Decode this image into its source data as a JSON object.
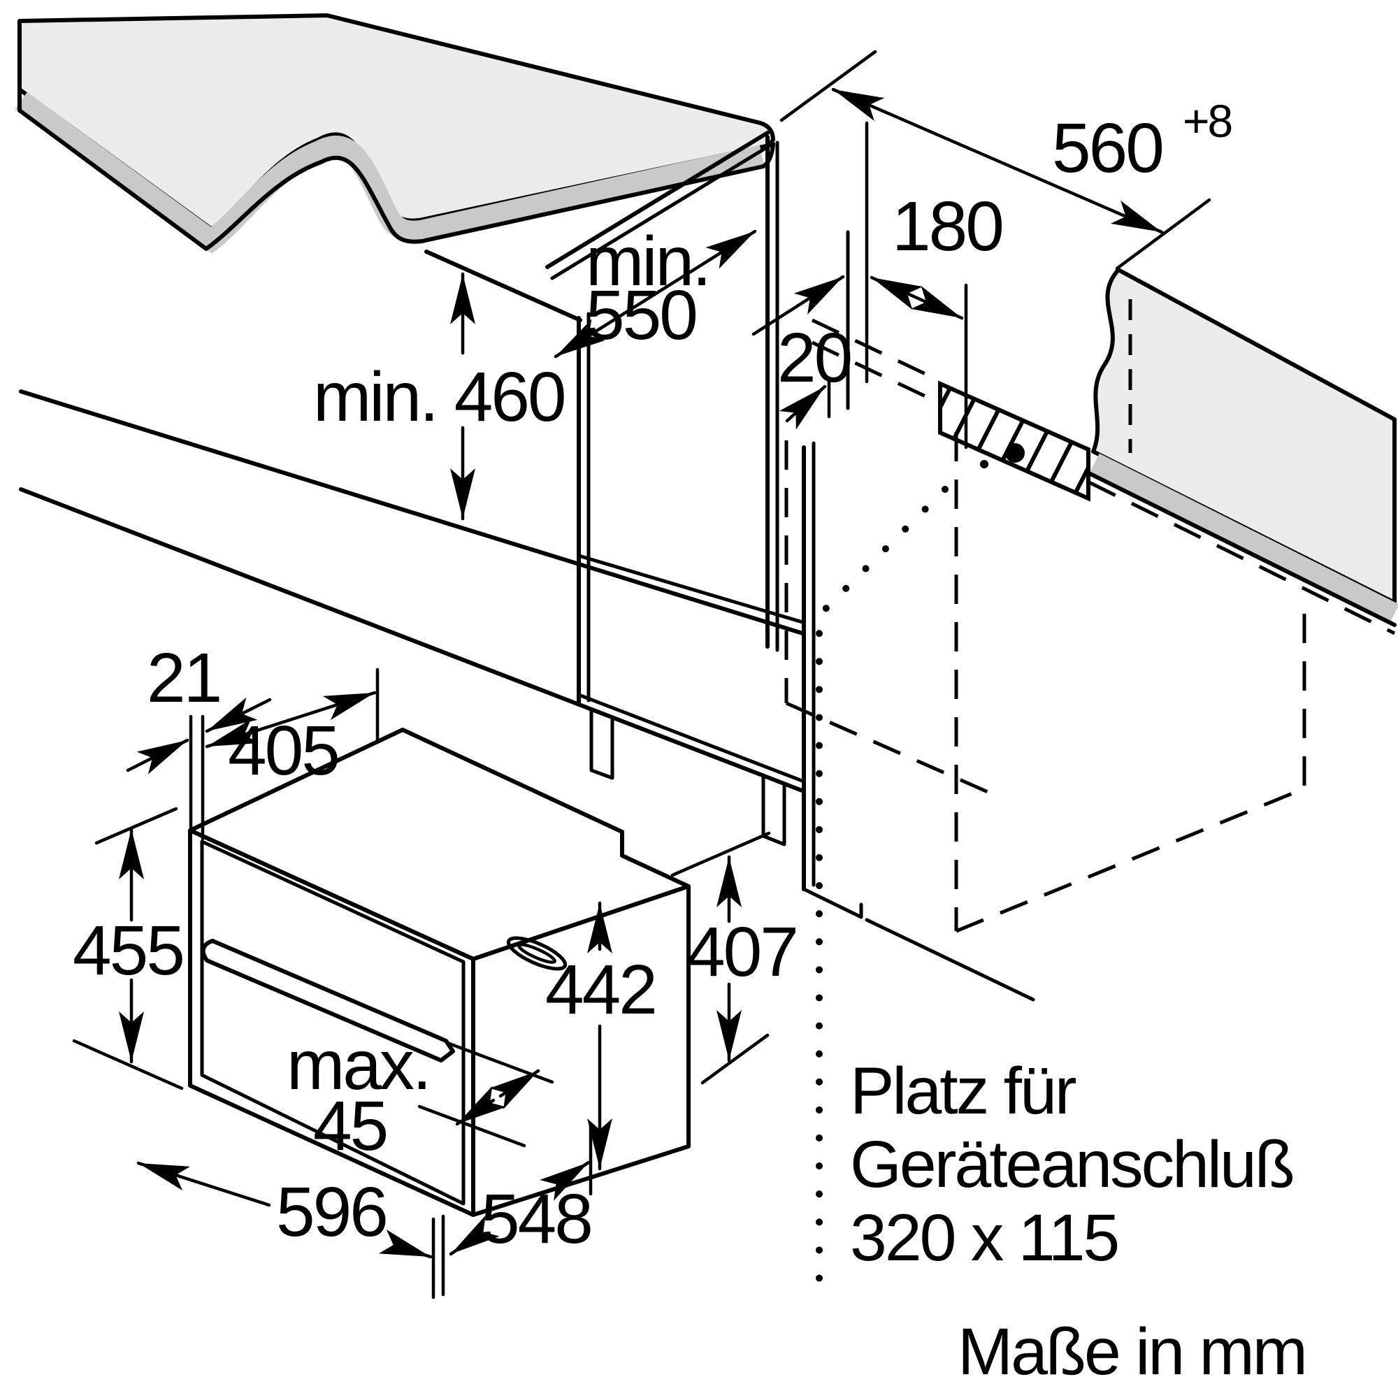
{
  "figure": {
    "kind": "built-in oven niche installation drawing",
    "niche": {
      "width": "560",
      "width_tolerance": "+8",
      "connection_offset": "180",
      "depth_prefix": "min.",
      "depth_value": "550",
      "rear_gap": "20",
      "height": "min. 460"
    },
    "oven": {
      "frame_overhang": "21",
      "top_depth": "405",
      "front_height": "455",
      "body_height": "442",
      "rear_height": "407",
      "handle_prefix": "max.",
      "handle_value": "45",
      "width": "596",
      "body_depth": "548"
    },
    "connection_note": {
      "line1": "Platz für",
      "line2": "Geräteanschluß",
      "line3": "320 x 115"
    },
    "footer": "Maße in mm"
  }
}
